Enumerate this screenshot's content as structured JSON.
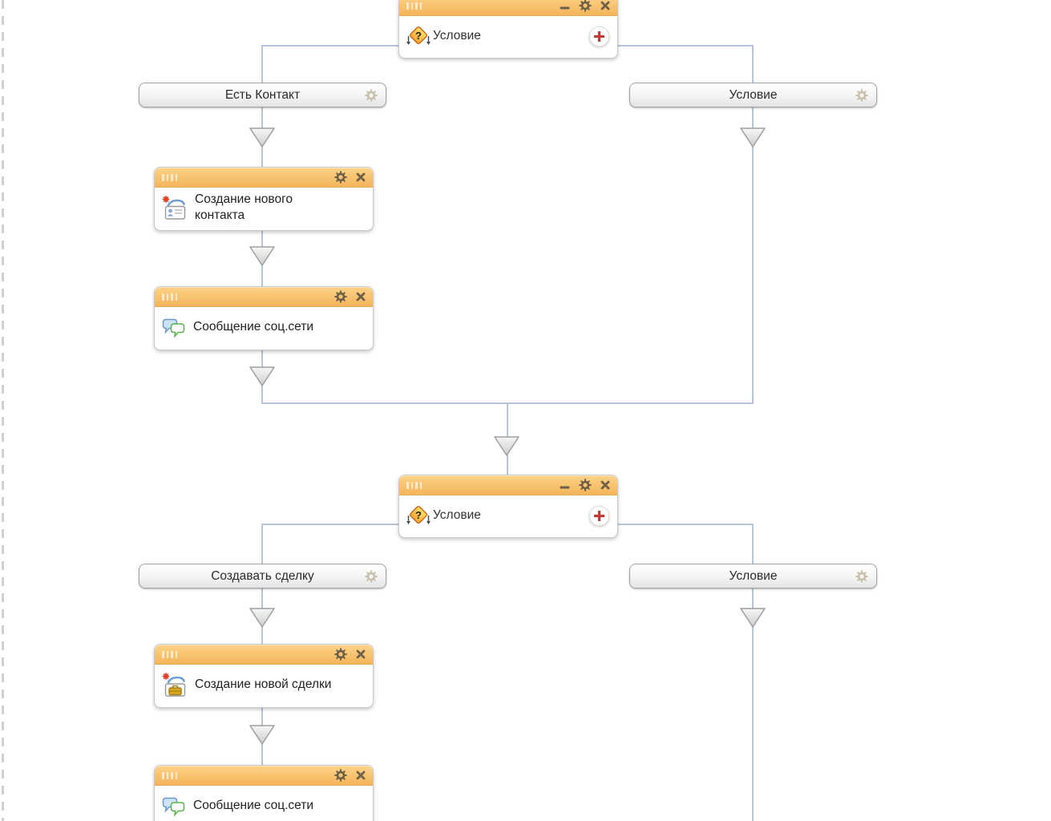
{
  "workflow": {
    "condition1": {
      "title": "Условие"
    },
    "branch1_left": {
      "label": "Есть Контакт"
    },
    "branch1_right": {
      "label": "Условие"
    },
    "create_contact": {
      "label": "Создание нового контакта"
    },
    "social_message1": {
      "label": "Сообщение соц.сети"
    },
    "condition2": {
      "title": "Условие"
    },
    "branch2_left": {
      "label": "Создавать сделку"
    },
    "branch2_right": {
      "label": "Условие"
    },
    "create_deal": {
      "label": "Создание новой сделки"
    },
    "social_message2": {
      "label": "Сообщение соц.сети"
    }
  },
  "icons": {
    "condition_question_glyph": "?",
    "condition_icon": "diamond-question-icon",
    "create_contact_icon": "new-contact-card-icon",
    "create_deal_icon": "new-deal-briefcase-icon",
    "social_message_icon": "chat-bubbles-icon",
    "header_icons": [
      "drag-handle-icon",
      "minimize-icon",
      "settings-gear-icon",
      "close-icon"
    ],
    "branch_icon": "settings-gear-icon",
    "add_branch_icon": "plus-icon"
  },
  "colors": {
    "header_orange_top": "#fdd389",
    "header_orange_bottom": "#f3b45a",
    "connector_line": "#b4c5da",
    "plus_red": "#c23a36",
    "header_icon": "#6d6148",
    "branch_gear": "#c9c0ab",
    "arrow_fill": "#e2e2e2"
  }
}
